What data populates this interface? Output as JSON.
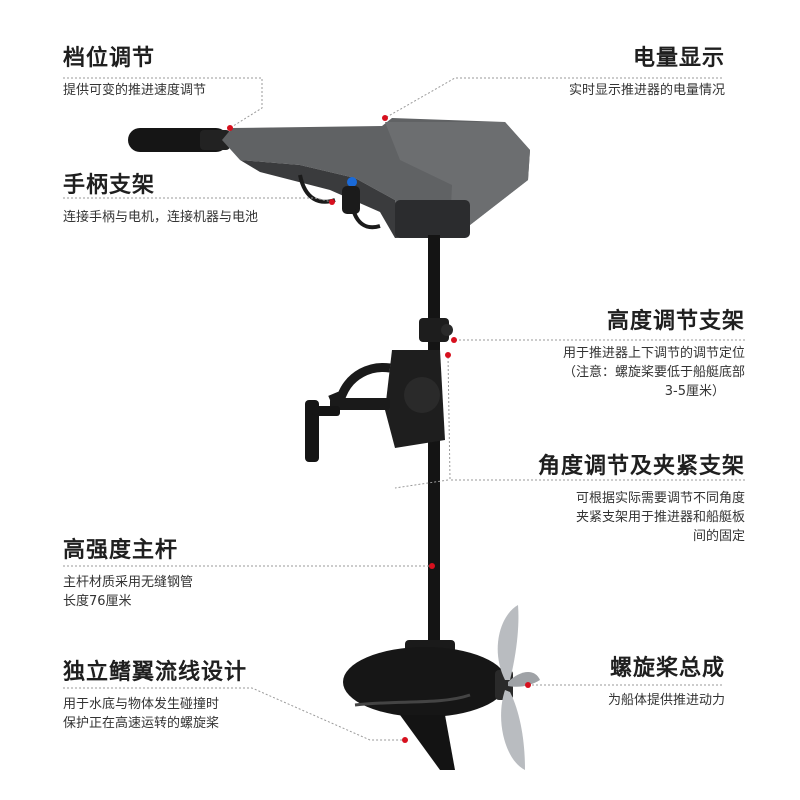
{
  "callouts": [
    {
      "id": "gear",
      "title": "档位调节",
      "desc": [
        "提供可变的推进速度调节"
      ]
    },
    {
      "id": "battery",
      "title": "电量显示",
      "desc": [
        "实时显示推进器的电量情况"
      ]
    },
    {
      "id": "handle-bracket",
      "title": "手柄支架",
      "desc": [
        "连接手柄与电机，连接机器与电池"
      ]
    },
    {
      "id": "height-bracket",
      "title": "高度调节支架",
      "desc": [
        "用于推进器上下调节的调节定位",
        "（注意：螺旋桨要低于船艇底部",
        "3-5厘米）"
      ]
    },
    {
      "id": "angle-bracket",
      "title": "角度调节及夹紧支架",
      "desc": [
        "可根据实际需要调节不同角度",
        "夹紧支架用于推进器和船艇板",
        "间的固定"
      ]
    },
    {
      "id": "shaft",
      "title": "高强度主杆",
      "desc": [
        "主杆材质采用无缝钢管",
        "长度76厘米"
      ]
    },
    {
      "id": "fin",
      "title": "独立鳍翼流线设计",
      "desc": [
        "用于水底与物体发生碰撞时",
        "保护正在高速运转的螺旋桨"
      ]
    },
    {
      "id": "propeller",
      "title": "螺旋桨总成",
      "desc": [
        "为船体提供推进动力"
      ]
    }
  ],
  "colors": {
    "marker": "#d7101e",
    "leader": "#9a9a9a",
    "text": "#1f1f1f",
    "head_body": "#606264",
    "metal": "#1a1a1a",
    "prop": "#b9bcc0"
  }
}
